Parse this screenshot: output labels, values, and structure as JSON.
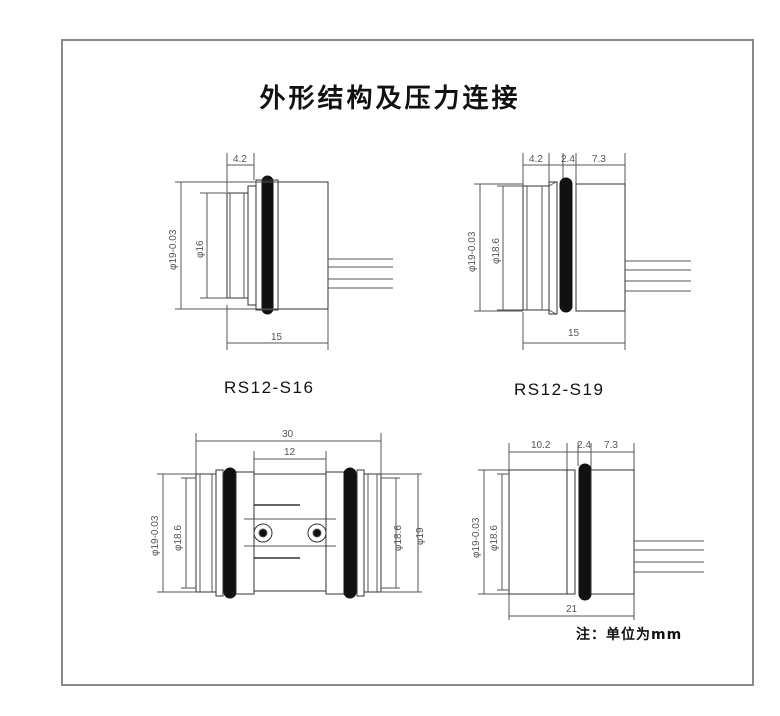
{
  "title": "外形结构及压力连接",
  "unit_note": "注：单位为mm",
  "models": [
    {
      "name": "RS12-S16",
      "dims": {
        "top": [
          "4.2"
        ],
        "left": [
          "φ19-0.03",
          "φ16"
        ],
        "bottom": "15"
      }
    },
    {
      "name": "RS12-S19",
      "dims": {
        "top": [
          "4.2",
          "2.4",
          "7.3"
        ],
        "left": [
          "φ19-0.03",
          "φ18.6"
        ],
        "bottom": "15"
      }
    },
    {
      "name": "",
      "dims": {
        "top": [
          "30",
          "12"
        ],
        "left": [
          "φ19-0.03",
          "φ18.6"
        ],
        "right": [
          "φ18.6",
          "φ19"
        ]
      }
    },
    {
      "name": "",
      "dims": {
        "top": [
          "10.2",
          "2.4",
          "7.3"
        ],
        "left": [
          "φ19-0.03",
          "φ18.6"
        ],
        "bottom": "21"
      }
    }
  ]
}
